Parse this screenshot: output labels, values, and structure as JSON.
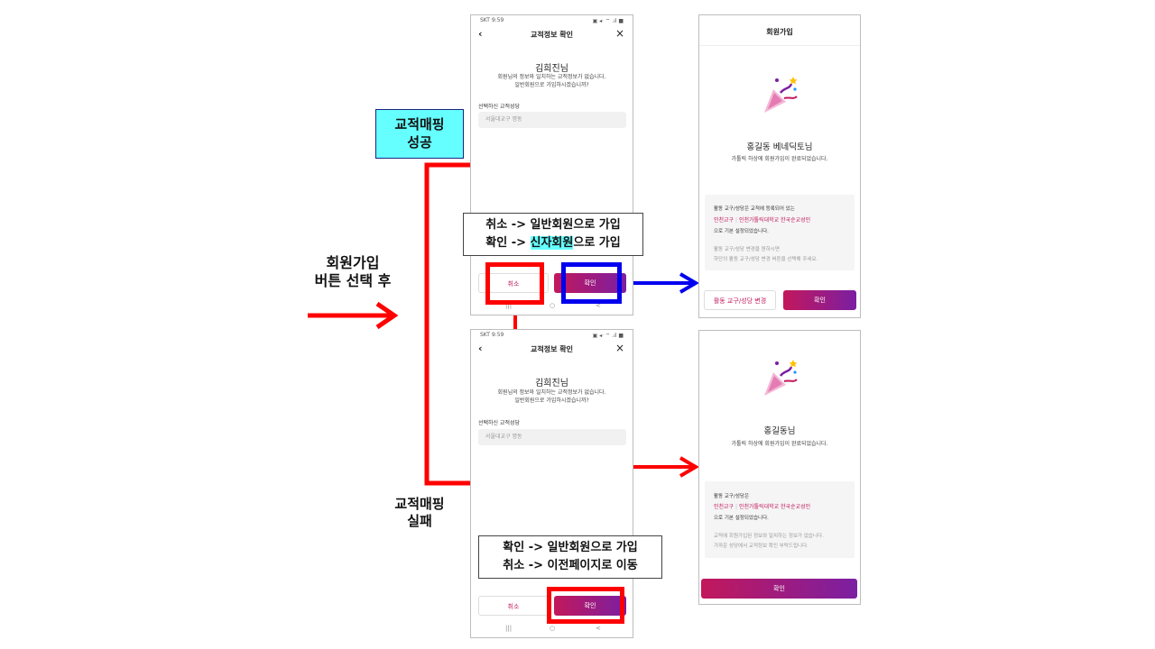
{
  "labels": {
    "after_signup_line1": "회원가입",
    "after_signup_line2": "버튼 선택 후",
    "match_success_line1": "교적매핑",
    "match_success_line2": "성공",
    "match_fail_line1": "교적매핑",
    "match_fail_line2": "실패"
  },
  "annotations": {
    "success_line1": "취소 -> 일반회원으로 가입",
    "success_line2_prefix": "확인 -> ",
    "success_line2_highlight": "신자회원",
    "success_line2_suffix": "으로 가입",
    "fail_line1": "확인 -> 일반회원으로 가입",
    "fail_line2": "취소 -> 이전페이지로 이동"
  },
  "phone_top": {
    "status_time": "SKT 9:59",
    "status_icons": "▣ ◂ᐧ ⌔ .ıl ■",
    "title": "교적정보 확인",
    "name": "김희진님",
    "message_line1": "회원님의 정보와 일치하는 교적정보가 없습니다.",
    "message_line2": "일반회원으로 가입하시겠습니까?",
    "field_label": "선택하신 교적성당",
    "field_value": "서울대교구 명동",
    "cancel": "취소",
    "confirm": "확인"
  },
  "phone_bottom": {
    "status_time": "SKT 9:59",
    "status_icons": "▣ ◂ᐧ ⌔ .ıl ■",
    "title": "교적정보 확인",
    "name": "김희진님",
    "message_line1": "회원님의 정보와 일치하는 교적정보가 없습니다.",
    "message_line2": "일반회원으로 가입하시겠습니까?",
    "field_label": "선택하신 교적성당",
    "field_value": "서울대교구 명동",
    "cancel": "취소",
    "confirm": "확인"
  },
  "result_top": {
    "header": "회원가입",
    "name": "홍길동 베네딕토님",
    "message": "가톨릭 하상에 회원가입이 완료되었습니다.",
    "box_title": "활동 교구/성당은 교적에 등록되어 있는",
    "parish_diocese": "인천교구",
    "parish_sep": "|",
    "parish_name": "인천가톨릭대학교 한국순교성인",
    "box_line3": "으로 기본 설정되었습니다.",
    "note_line1": "활동 교구/성당 변경을 원하시면",
    "note_line2": "하단의 활동 교구/성당 변경 버튼을 선택해 주세요.",
    "change_button": "활동 교구/성당 변경",
    "confirm": "확인"
  },
  "result_bottom": {
    "name": "홍길동님",
    "message": "가톨릭 하상에 회원가입이 완료되었습니다.",
    "box_title": "활동 교구/성당은",
    "parish_diocese": "인천교구",
    "parish_sep": "|",
    "parish_name": "인천가톨릭대학교 한국순교성인",
    "box_line3": "으로 기본 설정되었습니다.",
    "note_line1": "교적에 회원가입된 정보와 일치하는 정보가 없습니다.",
    "note_line2": "가까운 성당에서 교적정보 확인 부탁드립니다.",
    "confirm": "확인"
  },
  "nav": {
    "menu": "|||",
    "home": "○",
    "back": "<"
  },
  "colors": {
    "red": "#ff0000",
    "blue": "#0000ee",
    "annot_fill": "#66ffff",
    "accent": "#c2185b"
  }
}
